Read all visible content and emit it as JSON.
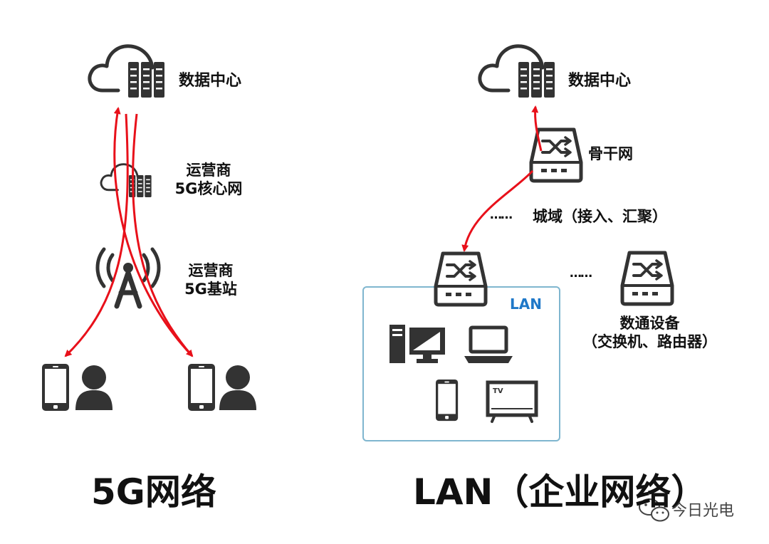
{
  "left_panel": {
    "datacenter_label": "数据中心",
    "core_label_line1": "运营商",
    "core_label_line2": "5G核心网",
    "station_label_line1": "运营商",
    "station_label_line2": "5G基站",
    "title": "5G网络"
  },
  "right_panel": {
    "datacenter_label": "数据中心",
    "backbone_label": "骨干网",
    "metro_dots": "……",
    "metro_label": "城域（接入、汇聚）",
    "lan_box_label": "LAN",
    "devices_dots": "……",
    "devices_label_line1": "数通设备",
    "devices_label_line2": "（交换机、路由器）",
    "title": "LAN（企业网络）"
  },
  "watermark": {
    "text": "今日光电"
  },
  "colors": {
    "arrow": "#e8101a",
    "icon": "#333333",
    "lan_box_border": "#7fb6cf",
    "lan_label": "#1f78c8"
  }
}
